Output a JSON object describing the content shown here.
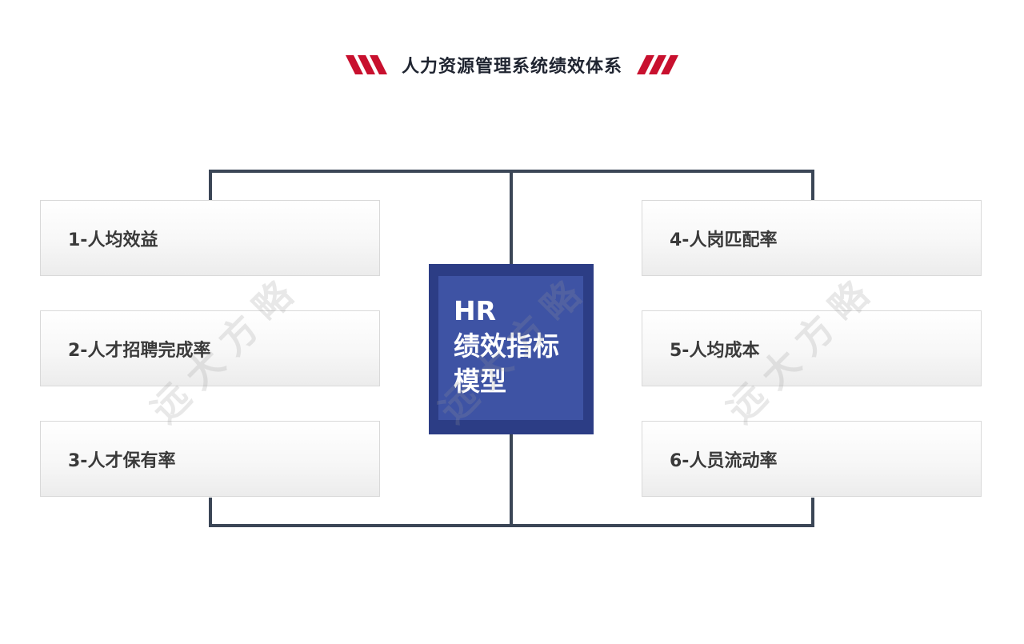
{
  "title": "人力资源管理系统绩效体系",
  "center": {
    "line1": "HR",
    "line2": "绩效指标",
    "line3": "模型"
  },
  "left_items": [
    "1-人均效益",
    "2-人才招聘完成率",
    "3-人才保有率"
  ],
  "right_items": [
    "4-人岗匹配率",
    "5-人均成本",
    "6-人员流动率"
  ],
  "watermark": "远大方略",
  "colors": {
    "accent_red": "#c8102e",
    "connector": "#3b4656",
    "center_outer": "#2c3d85",
    "center_inner": "#3e53a4",
    "title_text": "#1f2430"
  }
}
